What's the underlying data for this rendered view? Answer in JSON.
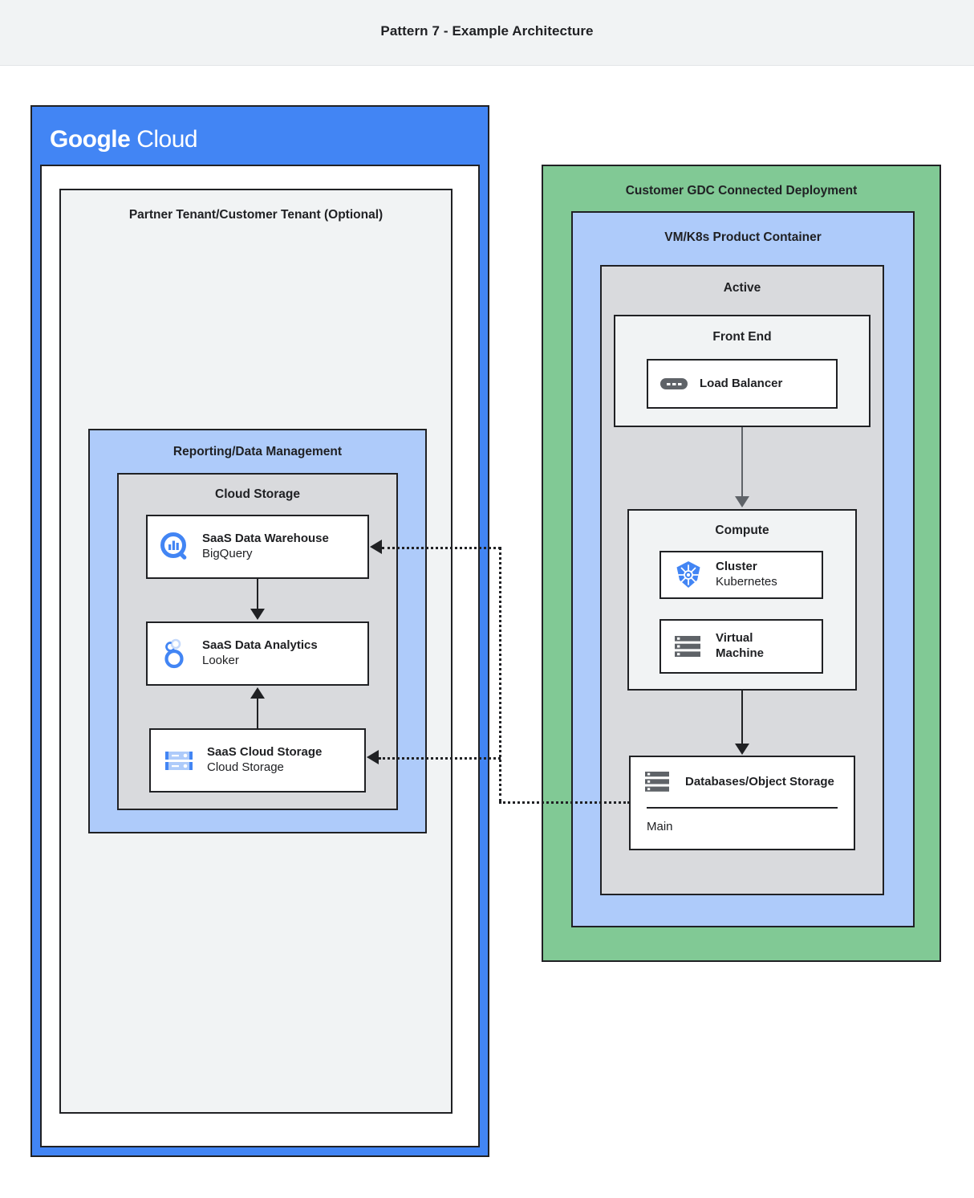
{
  "header": {
    "title": "Pattern 7 - Example Architecture",
    "background": "#f1f3f4"
  },
  "colors": {
    "google_blue": "#4285f4",
    "panel_blue": "#aecbfa",
    "panel_green": "#81c995",
    "panel_gray": "#d9dadd",
    "panel_light": "#f1f3f4",
    "stroke": "#202124",
    "arrow_gray": "#5f6368"
  },
  "google_cloud": {
    "logo_bold": "Google",
    "logo_light": "Cloud",
    "tenant": {
      "title": "Partner Tenant/Customer Tenant (Optional)",
      "reporting": {
        "title": "Reporting/Data Management",
        "cloud_storage_group": {
          "title": "Cloud Storage",
          "cards": [
            {
              "icon": "bigquery-icon",
              "title": "SaaS Data Warehouse",
              "sub": "BigQuery"
            },
            {
              "icon": "looker-icon",
              "title": "SaaS Data Analytics",
              "sub": "Looker"
            },
            {
              "icon": "cloud-storage-icon",
              "title": "SaaS Cloud Storage",
              "sub": "Cloud Storage"
            }
          ]
        }
      }
    }
  },
  "gdc": {
    "title": "Customer GDC Connected Deployment",
    "product_container": {
      "title": "VM/K8s Product Container",
      "active": {
        "title": "Active",
        "front_end": {
          "title": "Front End",
          "card": {
            "icon": "load-balancer-icon",
            "title": "Load Balancer",
            "sub": ""
          }
        },
        "compute": {
          "title": "Compute",
          "cards": [
            {
              "icon": "kubernetes-icon",
              "title": "Cluster",
              "sub": "Kubernetes"
            },
            {
              "icon": "virtual-machine-icon",
              "title": "Virtual\nMachine",
              "sub": ""
            }
          ]
        },
        "database": {
          "icon": "database-icon",
          "title": "Databases/Object Storage",
          "detail": "Main"
        }
      }
    }
  },
  "connectors": [
    {
      "name": "bigquery-to-looker",
      "style": "solid",
      "direction": "down"
    },
    {
      "name": "saas-cloud-storage-to-looker",
      "style": "solid",
      "direction": "up"
    },
    {
      "name": "front-end-to-compute",
      "style": "solid",
      "direction": "down"
    },
    {
      "name": "compute-to-database",
      "style": "solid",
      "direction": "down"
    },
    {
      "name": "database-to-bigquery",
      "style": "dotted",
      "direction": "left"
    },
    {
      "name": "database-to-saas-cloud-storage",
      "style": "dotted",
      "direction": "left"
    }
  ]
}
